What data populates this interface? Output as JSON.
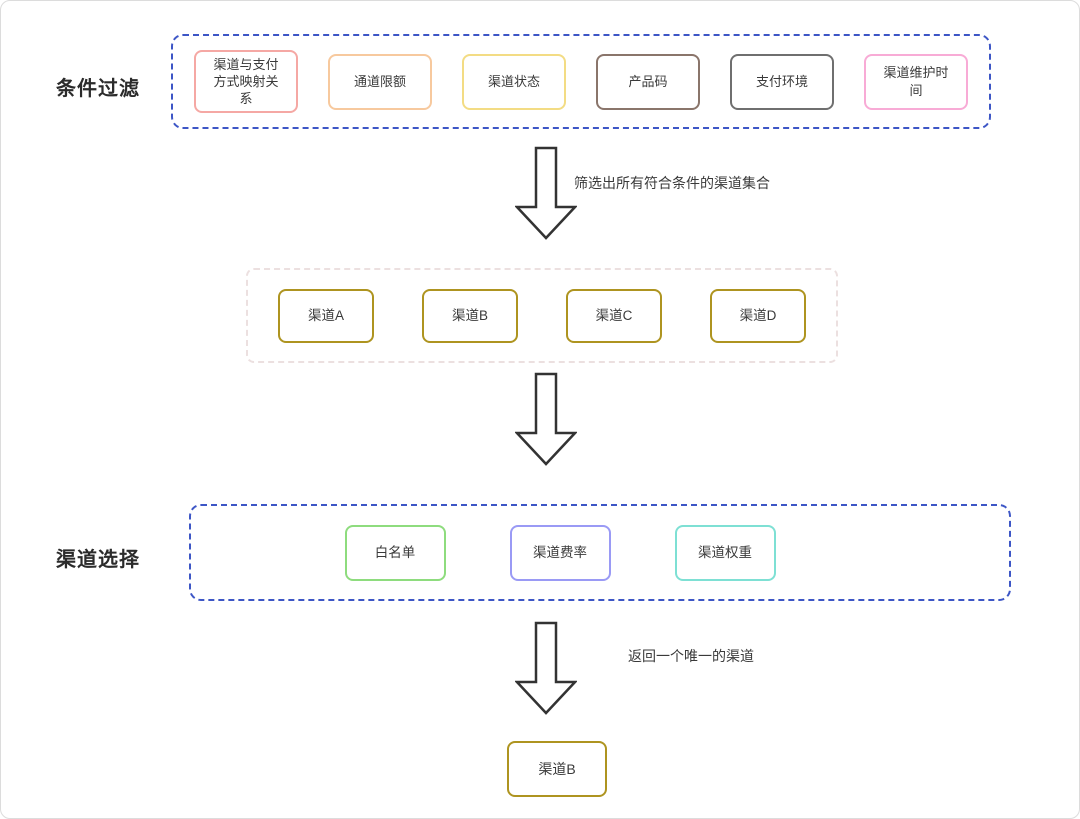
{
  "colors": {
    "blue_dash": "#3d56c6",
    "gray_dash": "#ece0e0",
    "gold": "#ae9420",
    "arrow_outline": "#333333",
    "salmon": "#f5a8a4",
    "peach": "#f7c99e",
    "yellow": "#f3dc84",
    "brown_gray": "#8a756b",
    "dark_gray": "#6f6f6f",
    "pink": "#f8abd6",
    "green": "#8edc7e",
    "periwinkle": "#9a9af5",
    "turquoise": "#7ee0d4"
  },
  "filter_section": {
    "label": "条件过滤",
    "items": [
      {
        "label": "渠道与支付方式映射关系",
        "color": "#f5a8a4"
      },
      {
        "label": "通道限额",
        "color": "#f7c99e"
      },
      {
        "label": "渠道状态",
        "color": "#f3dc84"
      },
      {
        "label": "产品码",
        "color": "#8a756b"
      },
      {
        "label": "支付环境",
        "color": "#6f6f6f"
      },
      {
        "label": "渠道维护时间",
        "color": "#f8abd6"
      }
    ]
  },
  "arrow1_note": "筛选出所有符合条件的渠道集合",
  "channel_set": {
    "items": [
      {
        "label": "渠道A",
        "color": "#ae9420"
      },
      {
        "label": "渠道B",
        "color": "#ae9420"
      },
      {
        "label": "渠道C",
        "color": "#ae9420"
      },
      {
        "label": "渠道D",
        "color": "#ae9420"
      }
    ]
  },
  "select_section": {
    "label": "渠道选择",
    "items": [
      {
        "label": "白名单",
        "color": "#8edc7e"
      },
      {
        "label": "渠道费率",
        "color": "#9a9af5"
      },
      {
        "label": "渠道权重",
        "color": "#7ee0d4"
      }
    ]
  },
  "arrow3_note": "返回一个唯一的渠道",
  "result": {
    "label": "渠道B",
    "color": "#ae9420"
  }
}
